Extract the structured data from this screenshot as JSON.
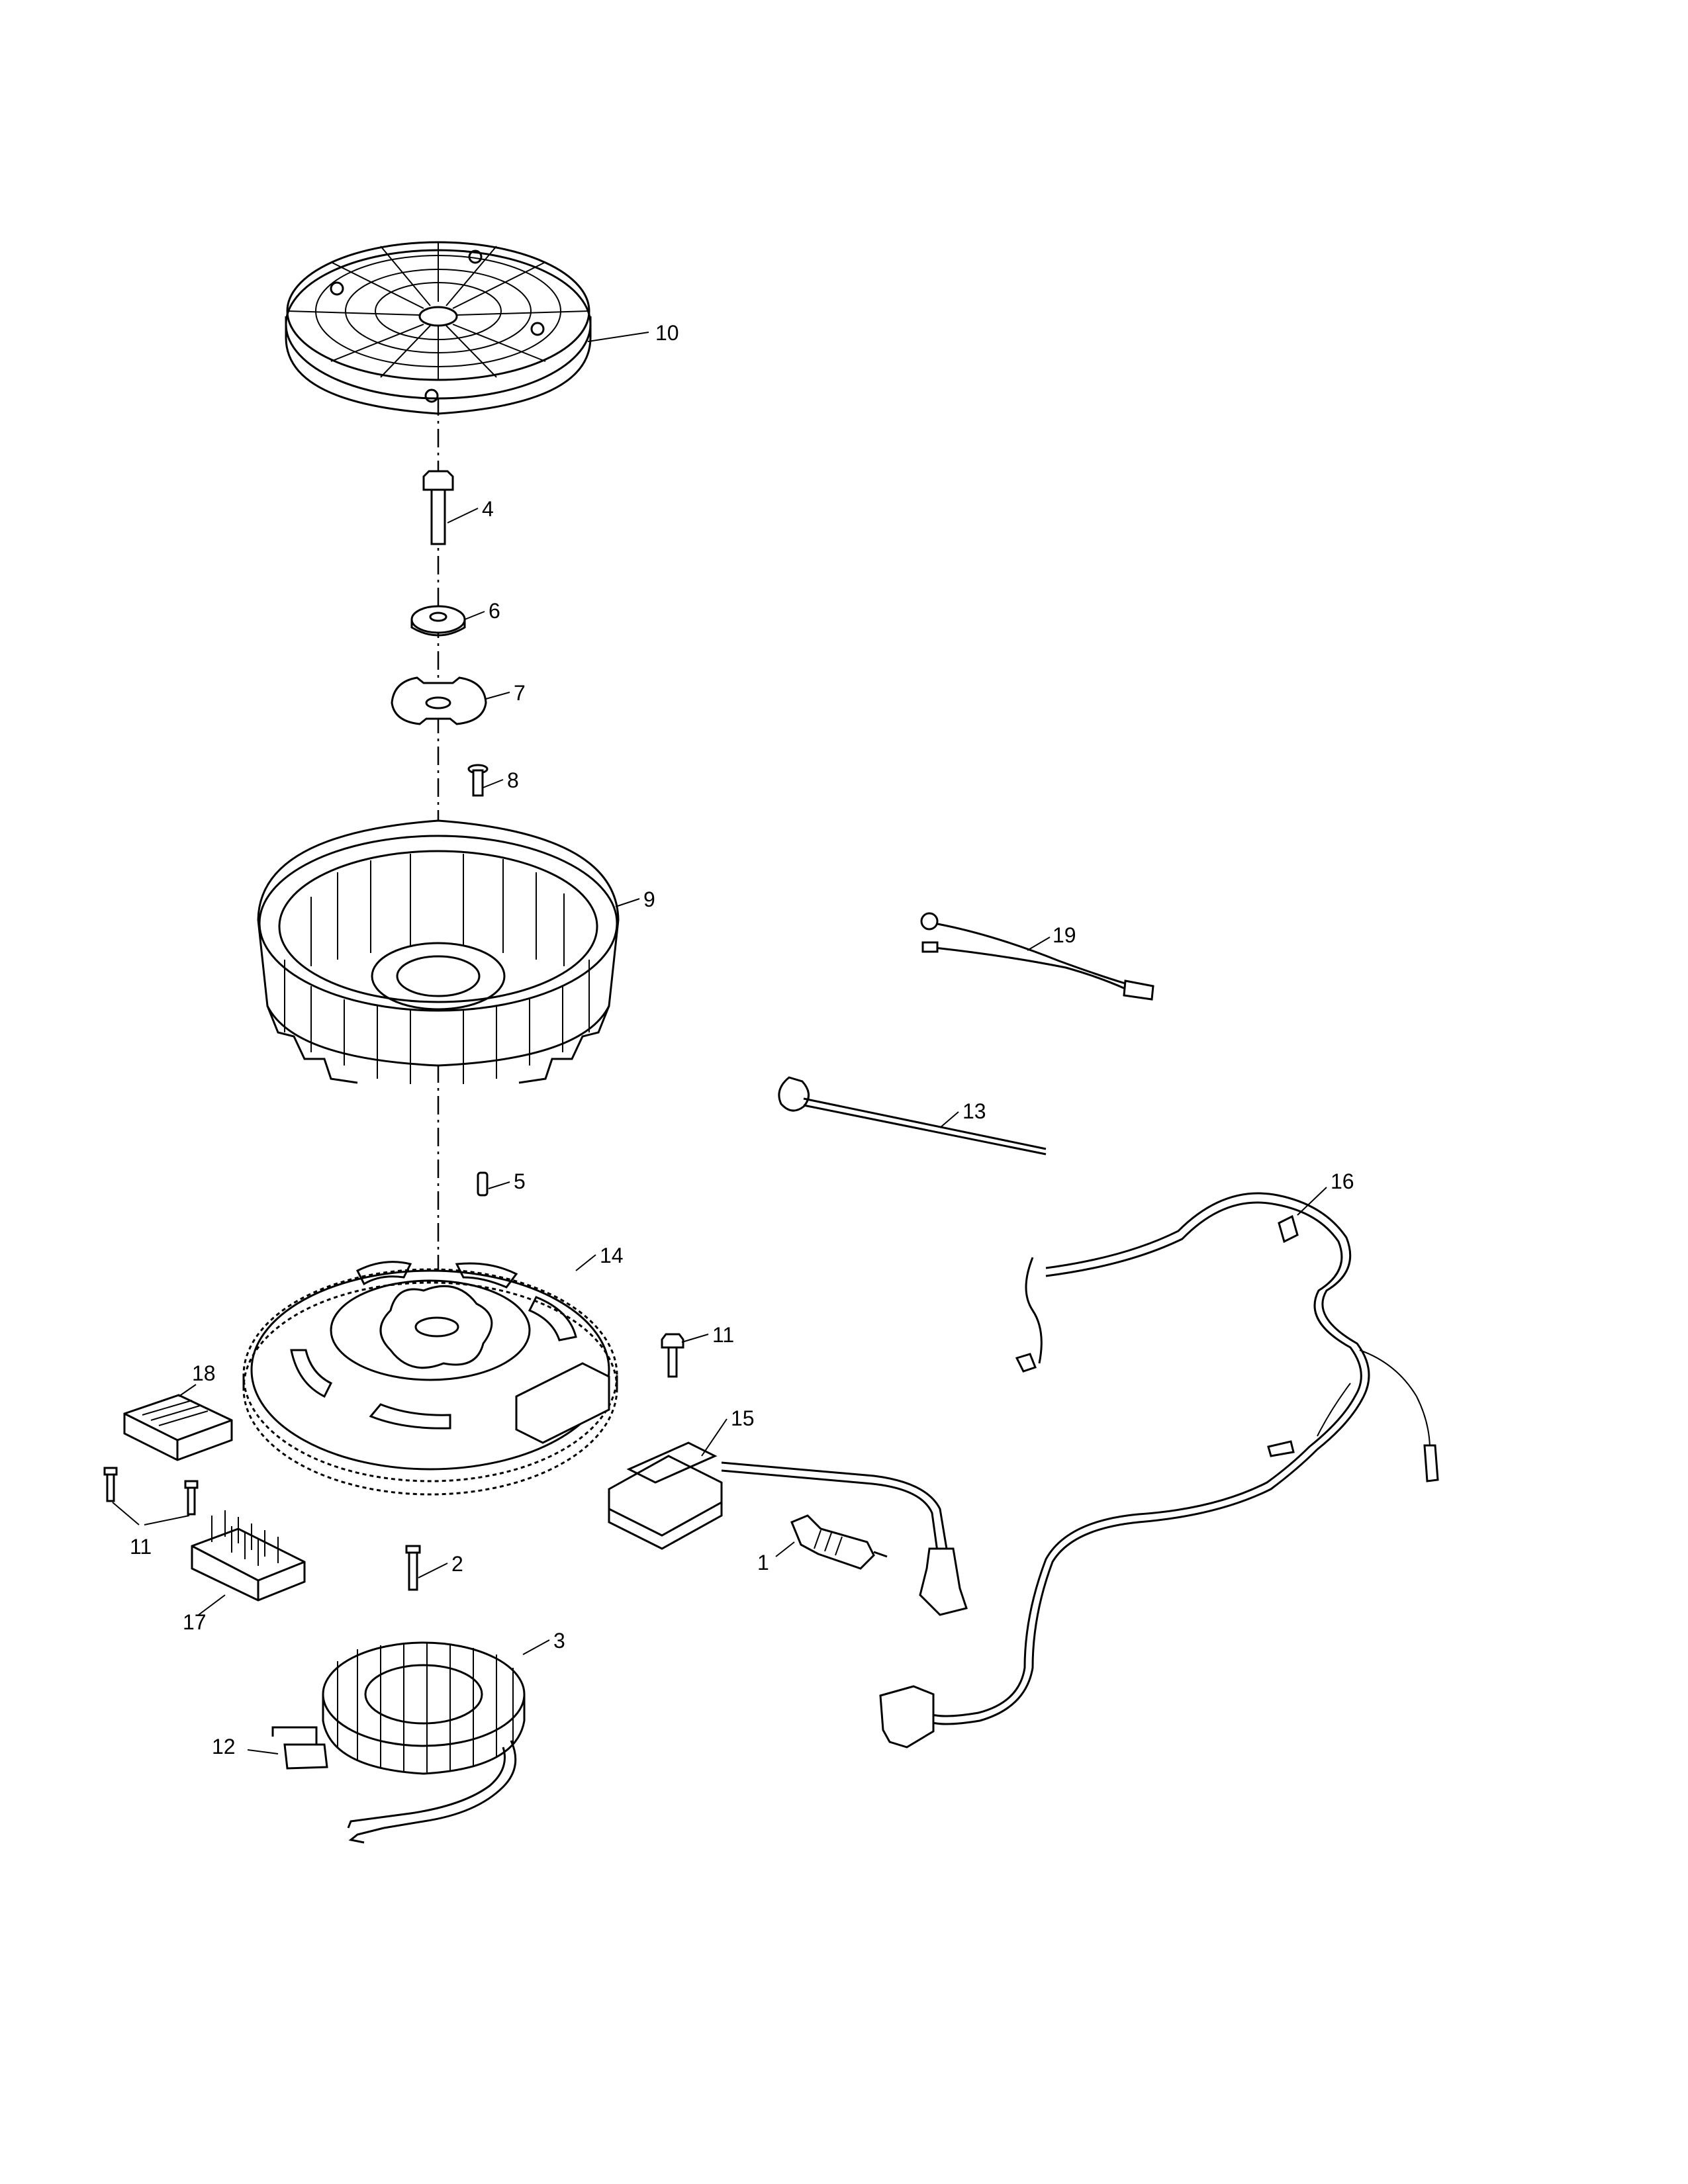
{
  "callouts": {
    "c1": "1",
    "c2": "2",
    "c3": "3",
    "c4": "4",
    "c5": "5",
    "c6": "6",
    "c7": "7",
    "c8": "8",
    "c9": "9",
    "c10": "10",
    "c11a": "11",
    "c11b": "11",
    "c12": "12",
    "c13": "13",
    "c14": "14",
    "c15": "15",
    "c16": "16",
    "c17": "17",
    "c18": "18",
    "c19": "19"
  }
}
